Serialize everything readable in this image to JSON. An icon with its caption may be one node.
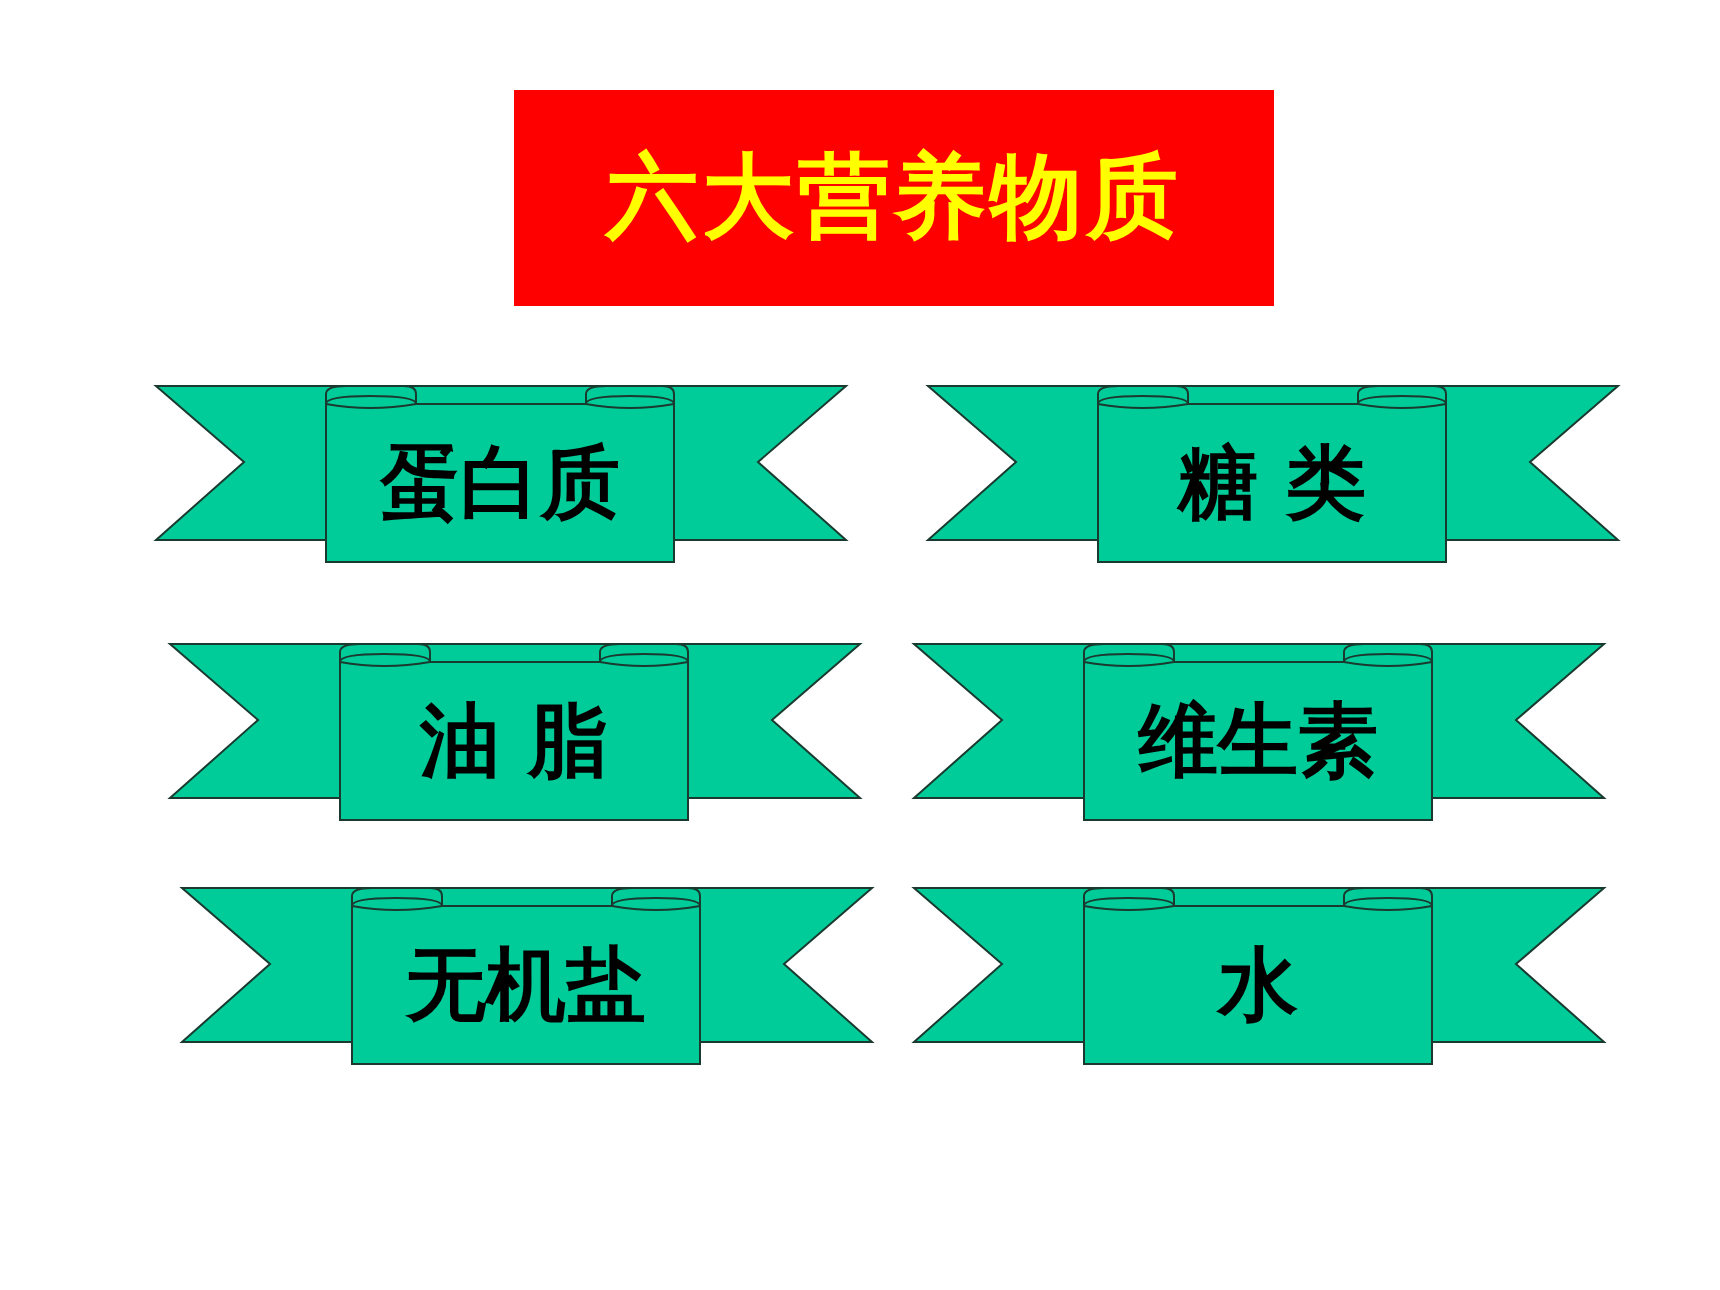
{
  "diagram": {
    "title": "六大营养物质",
    "nodes": [
      {
        "text": [
          "蛋白质"
        ]
      },
      {
        "text": [
          "糖 类"
        ]
      },
      {
        "text": [
          "油 脂"
        ]
      },
      {
        "text": [
          "维生素"
        ]
      },
      {
        "text": [
          "无机盐"
        ]
      },
      {
        "text": [
          "水"
        ]
      }
    ]
  }
}
